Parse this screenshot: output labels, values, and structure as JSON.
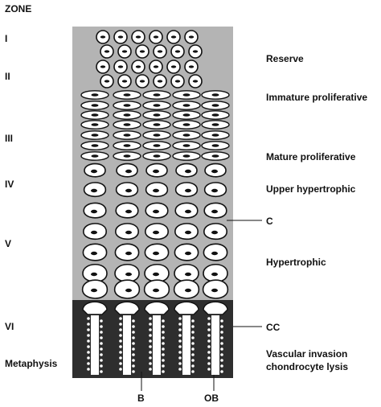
{
  "header": {
    "zone_title": "ZONE"
  },
  "zones": [
    {
      "numeral": "I"
    },
    {
      "numeral": "II"
    },
    {
      "numeral": "III"
    },
    {
      "numeral": "IV"
    },
    {
      "numeral": "V"
    },
    {
      "numeral": "VI"
    },
    {
      "numeral": "Metaphysis"
    }
  ],
  "descriptions": [
    {
      "text": "Reserve"
    },
    {
      "text": "Immature proliferative"
    },
    {
      "text": "Mature proliferative"
    },
    {
      "text": "Upper hypertrophic"
    },
    {
      "text": "Hypertrophic"
    },
    {
      "text": "Vascular invasion"
    },
    {
      "text": "chondrocyte lysis"
    }
  ],
  "callouts": {
    "c": "C",
    "cc": "CC",
    "b": "B",
    "ob": "OB"
  },
  "colors": {
    "cartilage": "#b4b4b4",
    "metaphysis": "#2e2e2e",
    "cell_fill": "#ffffff",
    "outline": "#111111"
  }
}
